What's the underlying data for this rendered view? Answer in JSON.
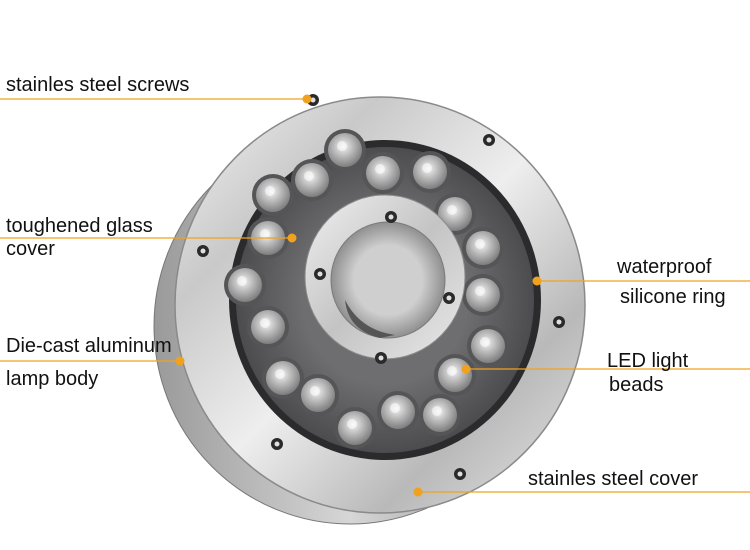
{
  "accent_color": "#f0a21e",
  "labels": {
    "screws": "stainles steel screws",
    "glass_line1": "toughened glass",
    "glass_line2": "cover",
    "body_line1": "Die-cast aluminum",
    "body_line2": "lamp body",
    "ring_line1": "waterproof",
    "ring_line2": "silicone ring",
    "beads_line1": "LED light",
    "beads_line2": "beads",
    "cover": "stainles steel cover"
  }
}
